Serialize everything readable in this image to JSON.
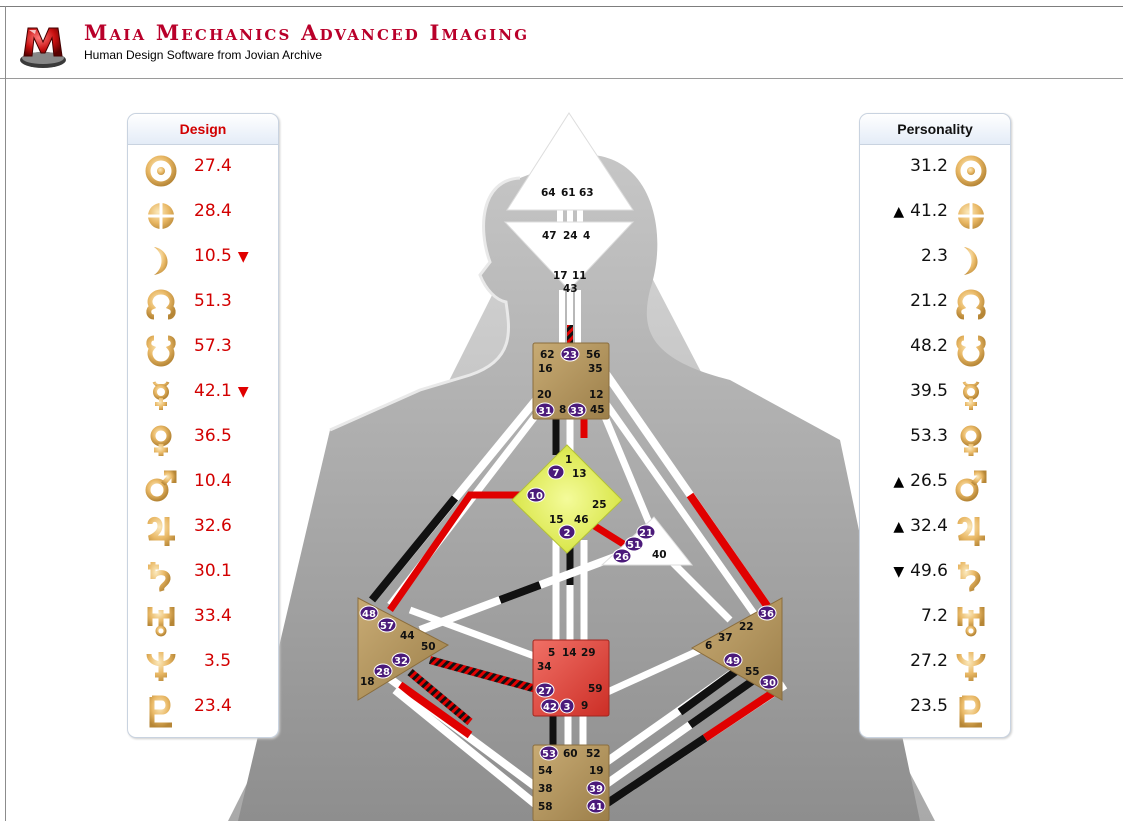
{
  "header": {
    "title": "Maia Mechanics Advanced Imaging",
    "subtitle": "Human Design Software from Jovian Archive"
  },
  "colors": {
    "design_red": "#d20000",
    "personality_black": "#111111",
    "gate_purple": "#4b1a7a",
    "center_tan": "#b89a62",
    "g_center_yellow": "#e6f25a",
    "sacral_red": "#e0443c",
    "body_gray": "#9a9a9a"
  },
  "design": {
    "title": "Design",
    "rows": [
      {
        "planet": "sun-icon",
        "value": "27.4",
        "arrow": ""
      },
      {
        "planet": "earth-icon",
        "value": "28.4",
        "arrow": ""
      },
      {
        "planet": "moon-icon",
        "value": "10.5",
        "arrow": "▼"
      },
      {
        "planet": "north-node-icon",
        "value": "51.3",
        "arrow": ""
      },
      {
        "planet": "south-node-icon",
        "value": "57.3",
        "arrow": ""
      },
      {
        "planet": "mercury-icon",
        "value": "42.1",
        "arrow": "▼"
      },
      {
        "planet": "venus-icon",
        "value": "36.5",
        "arrow": ""
      },
      {
        "planet": "mars-icon",
        "value": "10.4",
        "arrow": ""
      },
      {
        "planet": "jupiter-icon",
        "value": "32.6",
        "arrow": ""
      },
      {
        "planet": "saturn-icon",
        "value": "30.1",
        "arrow": ""
      },
      {
        "planet": "uranus-icon",
        "value": "33.4",
        "arrow": ""
      },
      {
        "planet": "neptune-icon",
        "value": "3.5",
        "arrow": ""
      },
      {
        "planet": "pluto-icon",
        "value": "23.4",
        "arrow": ""
      }
    ]
  },
  "personality": {
    "title": "Personality",
    "rows": [
      {
        "planet": "sun-icon",
        "value": "31.2",
        "arrow": ""
      },
      {
        "planet": "earth-icon",
        "value": "41.2",
        "arrow": "▲"
      },
      {
        "planet": "moon-icon",
        "value": "2.3",
        "arrow": ""
      },
      {
        "planet": "north-node-icon",
        "value": "21.2",
        "arrow": ""
      },
      {
        "planet": "south-node-icon",
        "value": "48.2",
        "arrow": ""
      },
      {
        "planet": "mercury-icon",
        "value": "39.5",
        "arrow": ""
      },
      {
        "planet": "venus-icon",
        "value": "53.3",
        "arrow": ""
      },
      {
        "planet": "mars-icon",
        "value": "26.5",
        "arrow": "▲"
      },
      {
        "planet": "jupiter-icon",
        "value": "32.4",
        "arrow": "▲"
      },
      {
        "planet": "saturn-icon",
        "value": "49.6",
        "arrow": "▼"
      },
      {
        "planet": "uranus-icon",
        "value": "7.2",
        "arrow": ""
      },
      {
        "planet": "neptune-icon",
        "value": "27.2",
        "arrow": ""
      },
      {
        "planet": "pluto-icon",
        "value": "23.5",
        "arrow": ""
      }
    ]
  },
  "gates": {
    "head": [
      "64",
      "61",
      "63"
    ],
    "ajna_top": [
      "47",
      "24",
      "4"
    ],
    "ajna_bottom": [
      "17",
      "11",
      "43"
    ],
    "throat": {
      "plain": [
        "62",
        "56",
        "16",
        "35",
        "20",
        "12",
        "8",
        "45"
      ],
      "active": [
        "23",
        "31",
        "33"
      ]
    },
    "g": {
      "plain": [
        "1",
        "13",
        "25",
        "15",
        "46"
      ],
      "active": [
        "7",
        "10",
        "2"
      ]
    },
    "heart": {
      "plain": [
        "40"
      ],
      "active": [
        "21",
        "51",
        "26"
      ]
    },
    "spleen": {
      "plain": [
        "44",
        "50",
        "18"
      ],
      "active": [
        "48",
        "57",
        "32",
        "28"
      ]
    },
    "solar_plexus": {
      "plain": [
        "22",
        "6",
        "37",
        "55"
      ],
      "active": [
        "36",
        "49",
        "30"
      ]
    },
    "sacral": {
      "plain": [
        "5",
        "14",
        "29",
        "34",
        "59",
        "9"
      ],
      "active": [
        "27",
        "42",
        "3"
      ]
    },
    "root": {
      "plain": [
        "60",
        "52",
        "54",
        "19",
        "38",
        "58"
      ],
      "active": [
        "53",
        "39",
        "41"
      ]
    }
  }
}
